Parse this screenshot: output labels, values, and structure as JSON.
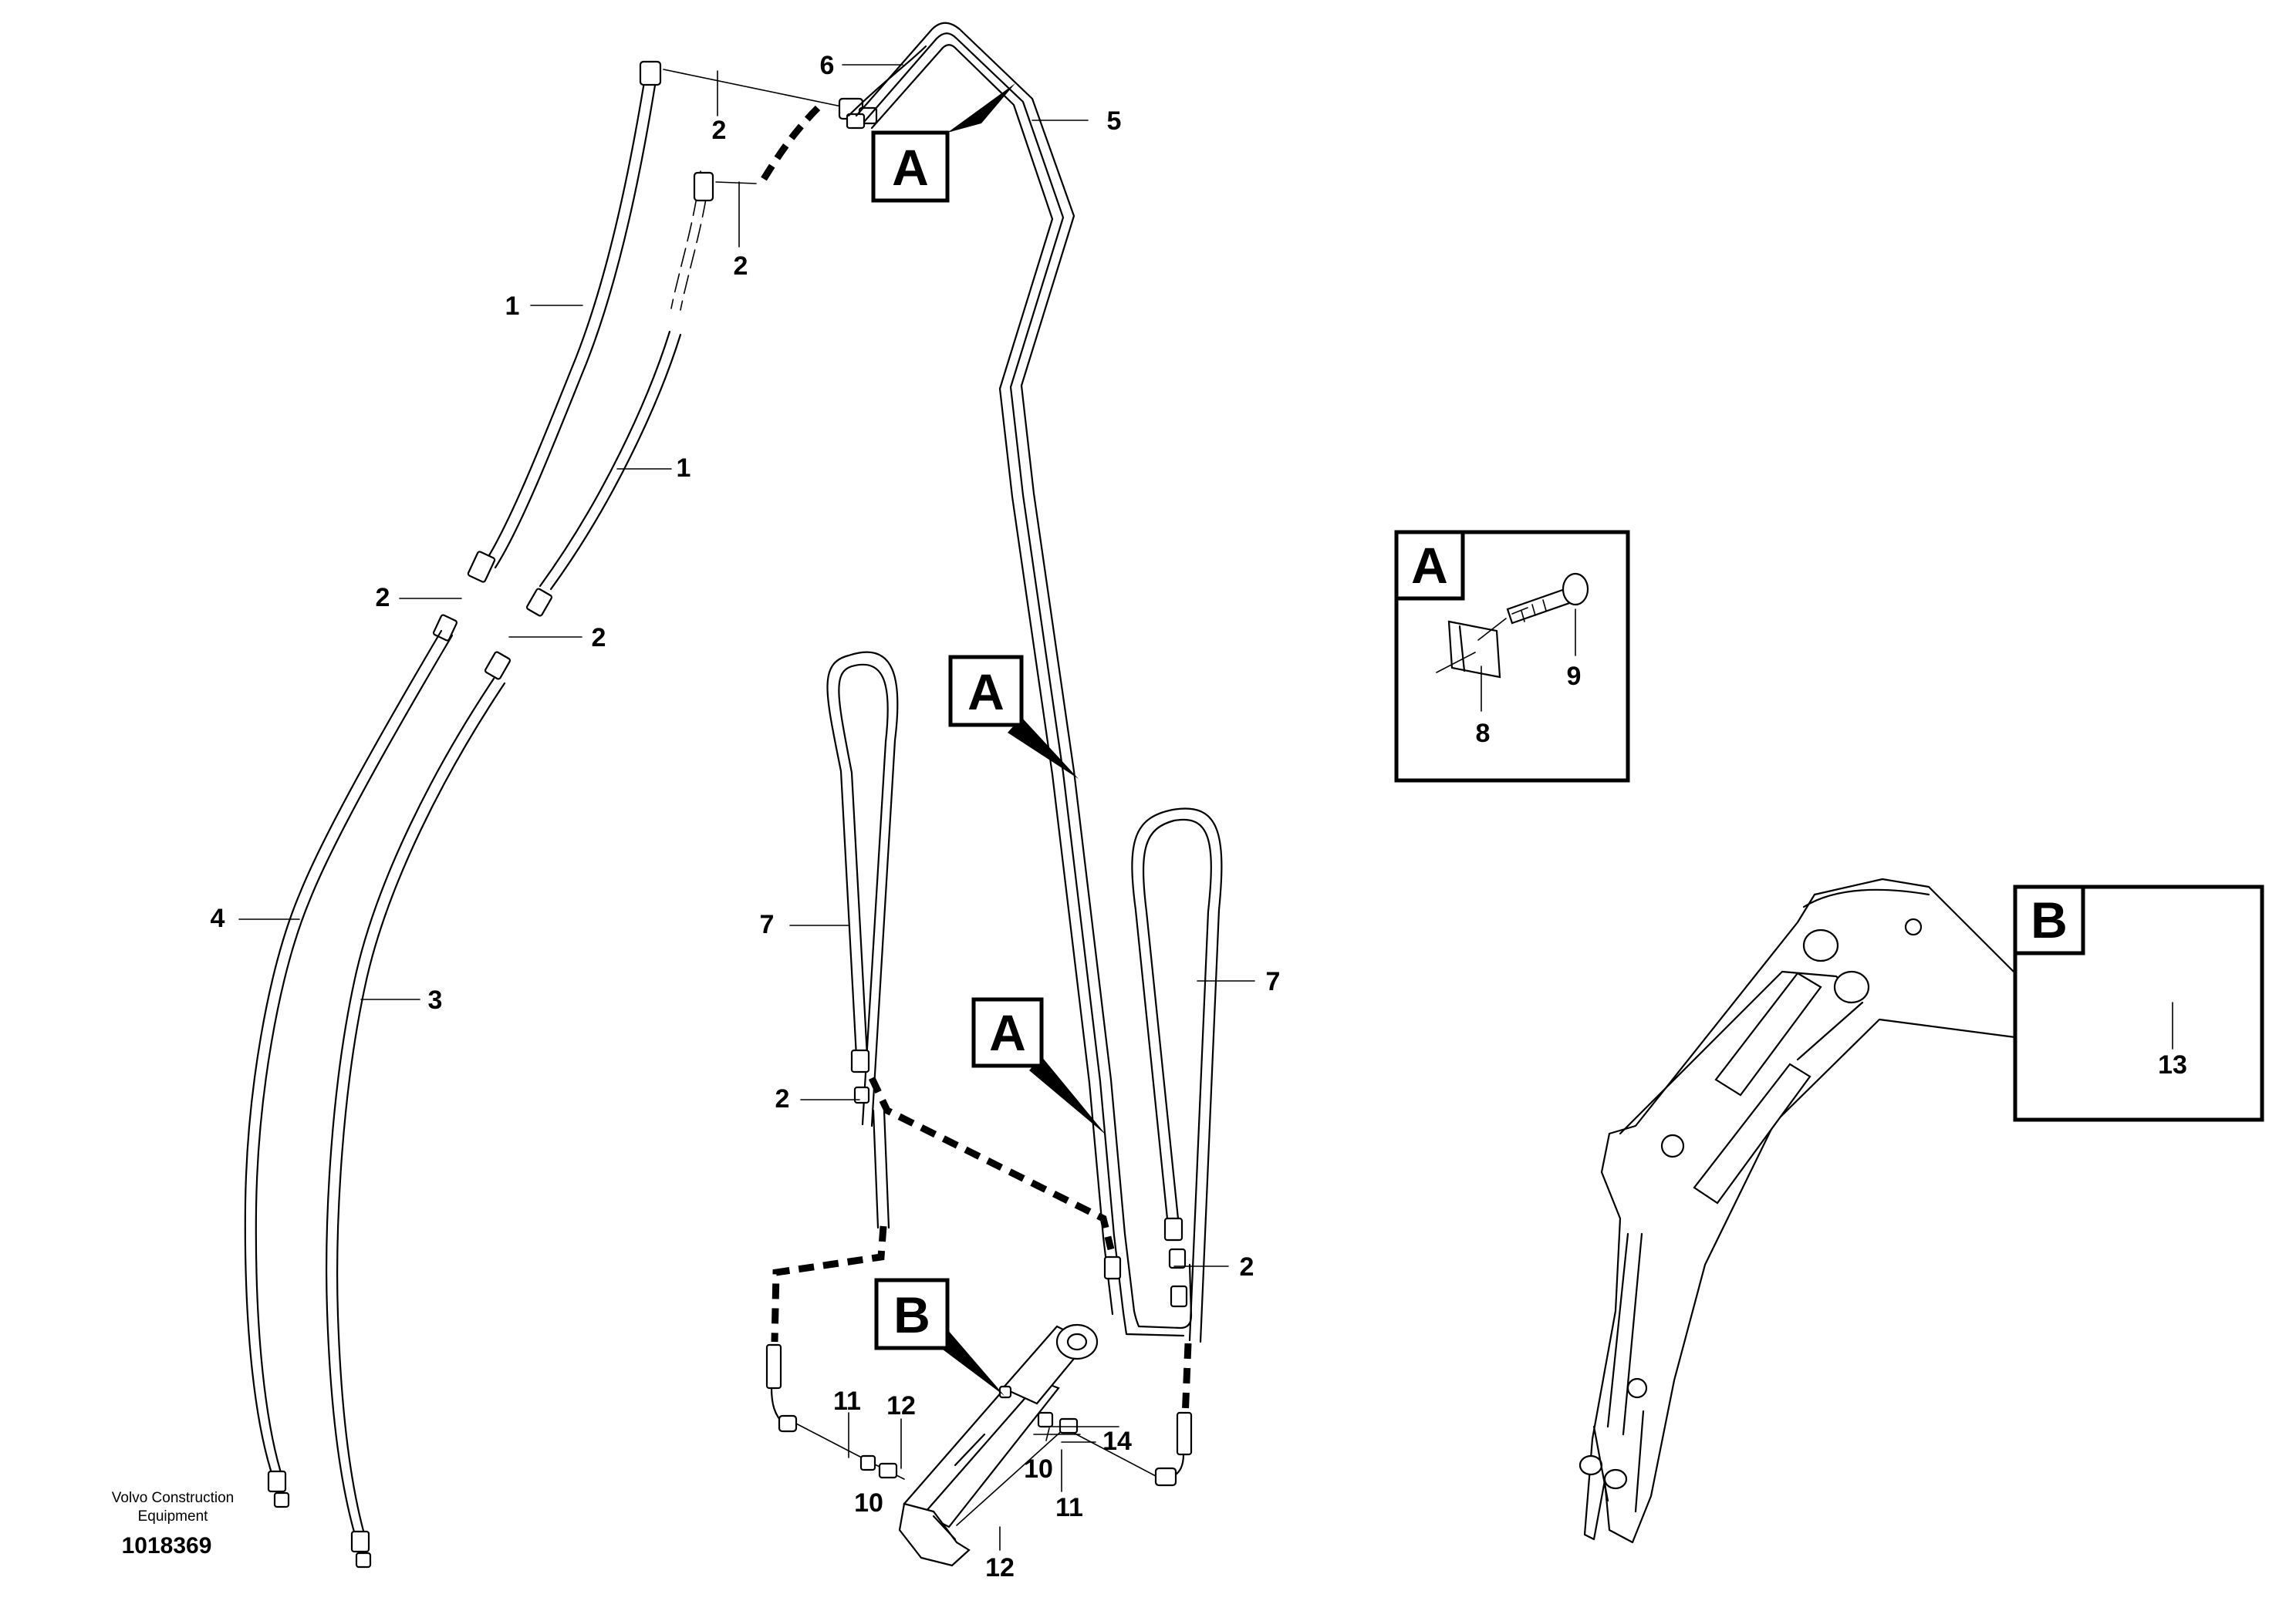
{
  "figure": {
    "company_line1": "Volvo Construction",
    "company_line2": "Equipment",
    "figure_number": "1018369"
  },
  "callouts": {
    "c1a": "1",
    "c1b": "1",
    "c2a": "2",
    "c2b": "2",
    "c2c": "2",
    "c2d": "2",
    "c2e": "2",
    "c2f": "2",
    "c3": "3",
    "c4": "4",
    "c5": "5",
    "c6": "6",
    "c7a": "7",
    "c7b": "7",
    "c8": "8",
    "c9": "9",
    "c10a": "10",
    "c10b": "10",
    "c11a": "11",
    "c11b": "11",
    "c12a": "12",
    "c12b": "12",
    "c13": "13",
    "c14": "14"
  },
  "view_markers": {
    "a1": "A",
    "a2": "A",
    "a3": "A",
    "b1": "B",
    "detail_a": "A",
    "detail_b": "B"
  }
}
